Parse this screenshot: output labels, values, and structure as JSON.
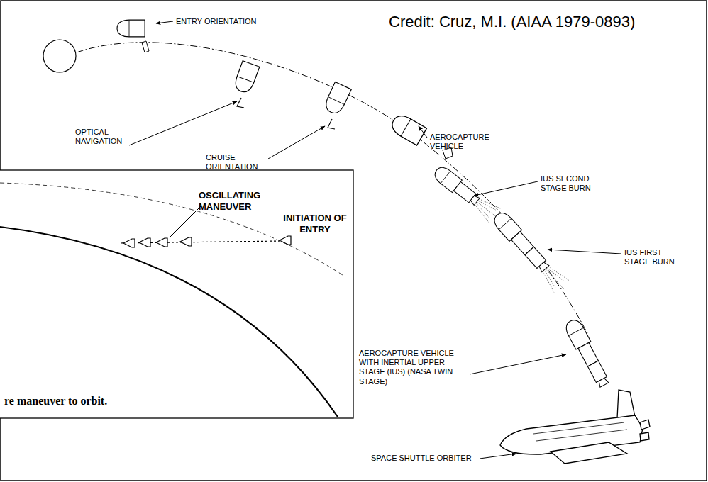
{
  "diagram": {
    "labels": [
      "Credit: Cruz, M.I. (AIAA 1979-0893)",
      "ENTRY ORIENTATION",
      "OPTICAL NAVIGATION",
      "CRUISE ORIENTATION",
      "AEROCAPTURE VEHICLE",
      "IUS SECOND STAGE BURN",
      "IUS FIRST STAGE BURN",
      "AEROCAPTURE VEHICLE WITH INERTIAL UPPER STAGE (IUS) (NASA TWIN STAGE)",
      "SPACE SHUTTLE ORBITER",
      "OSCILLATING MANEUVER",
      "INITIATION OF ENTRY",
      "re maneuver to orbit."
    ]
  }
}
